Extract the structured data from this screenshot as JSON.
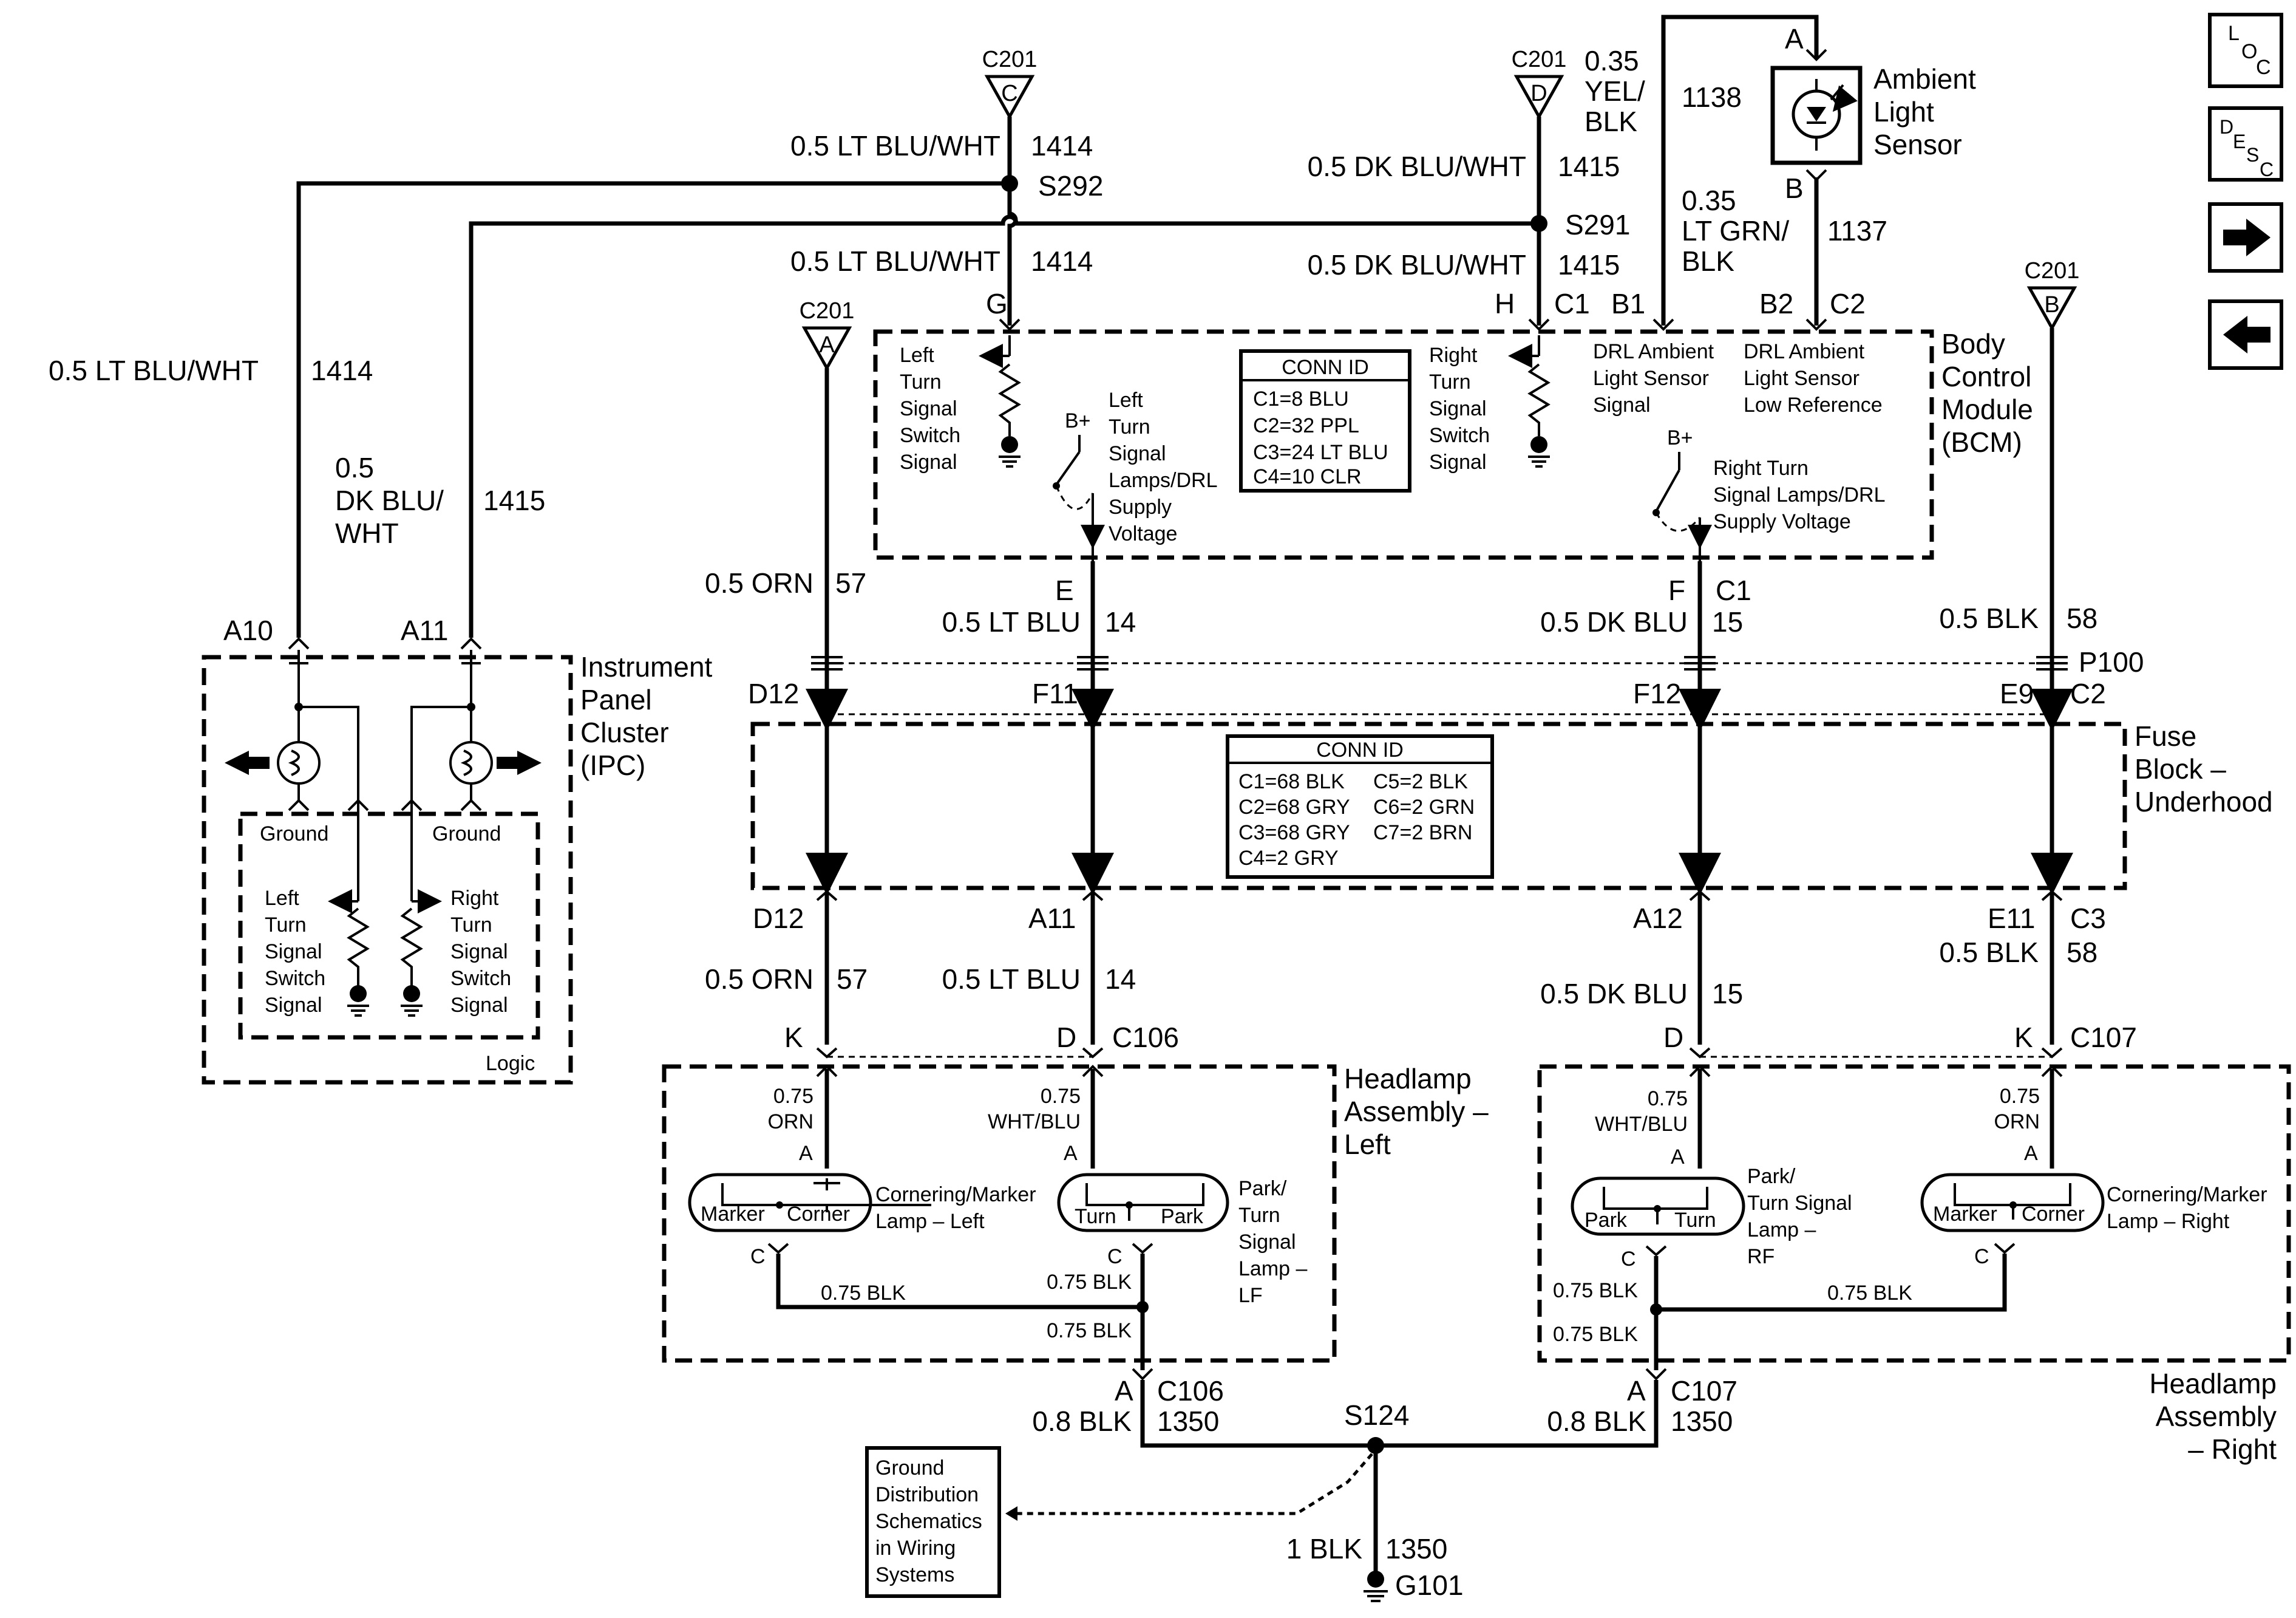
{
  "nav": {
    "loc": "LOC",
    "desc": "DESC",
    "forward_icon": "right-arrow-icon",
    "back_icon": "left-arrow-icon"
  },
  "top": {
    "c201_c": "C201",
    "c201_c_pin": "C",
    "c201_d": "C201",
    "c201_d_pin": "D",
    "w1414_top": "0.5 LT BLU/WHT",
    "c1414_top": "1414",
    "s292": "S292",
    "w1415_top": "0.5 DK BLU/WHT",
    "c1415_top": "1415",
    "s291": "S291",
    "w1414_low": "0.5 LT BLU/WHT",
    "c1414_low": "1414",
    "w1415_low": "0.5 DK BLU/WHT",
    "c1415_low": "1415",
    "w1138_a": "0.35",
    "w1138_b": "YEL/",
    "w1138_c": "BLK",
    "c1138": "1138",
    "w1137_a": "0.35",
    "w1137_b": "LT GRN/",
    "w1137_c": "BLK",
    "c1137": "1137",
    "sensor_pin_a": "A",
    "sensor_pin_b": "B",
    "sensor_l1": "Ambient",
    "sensor_l2": "Light",
    "sensor_l3": "Sensor"
  },
  "left_wires": {
    "w1414": "0.5 LT BLU/WHT",
    "c1414": "1414",
    "w1415_a": "0.5",
    "w1415_b": "DK BLU/",
    "w1415_c": "WHT",
    "c1415": "1415"
  },
  "bcm": {
    "pin_g": "G",
    "pin_h": "H",
    "pin_c1": "C1",
    "pin_b1": "B1",
    "pin_b2": "B2",
    "pin_c2": "C2",
    "title_l1": "Body",
    "title_l2": "Control",
    "title_l3": "Module",
    "title_l4": "(BCM)",
    "lt_sw": [
      "Left",
      "Turn",
      "Signal",
      "Switch",
      "Signal"
    ],
    "rt_sw": [
      "Right",
      "Turn",
      "Signal",
      "Switch",
      "Signal"
    ],
    "bplus_l": "B+",
    "bplus_r": "B+",
    "lt_supply": [
      "Left",
      "Turn",
      "Signal",
      "Lamps/DRL",
      "Supply",
      "Voltage"
    ],
    "rt_supply": [
      "Right Turn",
      "Signal Lamps/DRL",
      "Supply Voltage"
    ],
    "drl_sig": [
      "DRL Ambient",
      "Light Sensor",
      "Signal"
    ],
    "drl_ref": [
      "DRL Ambient",
      "Light Sensor",
      "Low Reference"
    ],
    "conn_title": "CONN ID",
    "conn": [
      "C1=8 BLU",
      "C2=32 PPL",
      "C3=24 LT BLU",
      "C4=10 CLR"
    ],
    "c201_a": "C201",
    "c201_a_pin": "A",
    "c201_b": "C201",
    "c201_b_pin": "B",
    "pin_e": "E",
    "pin_f": "F",
    "pin_fc1": "C1"
  },
  "mid": {
    "w57": "0.5 ORN",
    "c57": "57",
    "w14": "0.5 LT BLU",
    "c14": "14",
    "w15": "0.5 DK BLU",
    "c15": "15",
    "w58": "0.5 BLK",
    "c58": "58",
    "p100": "P100",
    "d12": "D12",
    "f11": "F11",
    "f12": "F12",
    "e9": "E9",
    "c2": "C2"
  },
  "fuse": {
    "l1": "Fuse",
    "l2": "Block –",
    "l3": "Underhood",
    "conn_title": "CONN ID",
    "conn_left": [
      "C1=68 BLK",
      "C2=68 GRY",
      "C3=68 GRY",
      "C4=2 GRY"
    ],
    "conn_right": [
      "C5=2 BLK",
      "C6=2 GRN",
      "C7=2 BRN"
    ],
    "d12": "D12",
    "a11": "A11",
    "a12": "A12",
    "e11": "E11",
    "c3": "C3"
  },
  "low": {
    "w57": "0.5 ORN",
    "c57": "57",
    "w14": "0.5 LT BLU",
    "c14": "14",
    "w15": "0.5 DK BLU",
    "c15": "15",
    "w58": "0.5 BLK",
    "c58": "58",
    "k_l": "K",
    "d_l": "D",
    "c106": "C106",
    "d_r": "D",
    "k_r": "K",
    "c107": "C107"
  },
  "ipc": {
    "a10": "A10",
    "a11": "A11",
    "l1": "Instrument",
    "l2": "Panel",
    "l3": "Cluster",
    "l4": "(IPC)",
    "ground_l": "Ground",
    "ground_r": "Ground",
    "lt_sw": [
      "Left",
      "Turn",
      "Signal",
      "Switch",
      "Signal"
    ],
    "rt_sw": [
      "Right",
      "Turn",
      "Signal",
      "Switch",
      "Signal"
    ],
    "logic": "Logic"
  },
  "hl_left": {
    "title": [
      "Headlamp",
      "Assembly –",
      "Left"
    ],
    "w_orn": [
      "0.75",
      "ORN"
    ],
    "w_wht": [
      "0.75",
      "WHT/BLU"
    ],
    "pin_a1": "A",
    "pin_a2": "A",
    "pin_c1": "C",
    "pin_c2": "C",
    "marker": "Marker",
    "corner": "Corner",
    "turn": "Turn",
    "park": "Park",
    "corner_lbl": [
      "Cornering/Marker",
      "Lamp – Left"
    ],
    "park_lbl": [
      "Park/",
      "Turn",
      "Signal",
      "Lamp –",
      "LF"
    ],
    "blk1": "0.75 BLK",
    "blk2": "0.75 BLK",
    "blk3": "0.75 BLK"
  },
  "hl_right": {
    "title": [
      "Headlamp",
      "Assembly",
      "– Right"
    ],
    "w_wht": [
      "0.75",
      "WHT/BLU"
    ],
    "w_orn": [
      "0.75",
      "ORN"
    ],
    "pin_a1": "A",
    "pin_a2": "A",
    "pin_c1": "C",
    "pin_c2": "C",
    "park": "Park",
    "turn": "Turn",
    "marker": "Marker",
    "corner": "Corner",
    "park_lbl": [
      "Park/",
      "Turn Signal",
      "Lamp –",
      "RF"
    ],
    "corner_lbl": [
      "Cornering/Marker",
      "Lamp – Right"
    ],
    "blk1": "0.75 BLK",
    "blk2": "0.75 BLK",
    "blk3": "0.75 BLK"
  },
  "ground": {
    "pin_a_l": "A",
    "c106": "C106",
    "w_l": "0.8 BLK",
    "c_l": "1350",
    "pin_a_r": "A",
    "c107": "C107",
    "w_r": "0.8 BLK",
    "c_r": "1350",
    "s124": "S124",
    "w_g": "1 BLK",
    "c_g": "1350",
    "g101": "G101",
    "dist": [
      "Ground",
      "Distribution",
      "Schematics",
      "in Wiring",
      "Systems"
    ]
  }
}
